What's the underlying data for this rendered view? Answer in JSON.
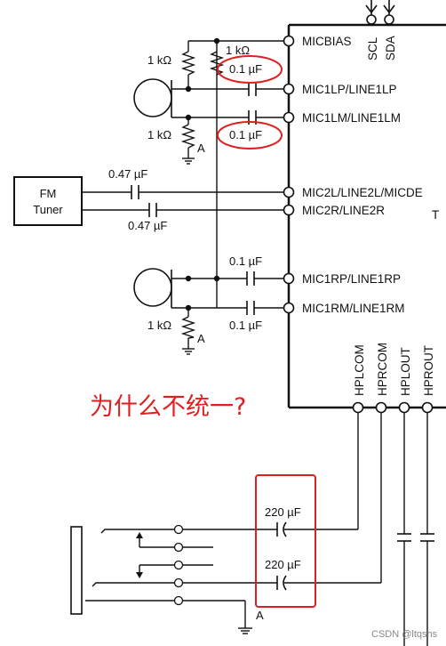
{
  "ic": {
    "pins_right": [
      {
        "name": "pin-micbias",
        "label": "MICBIAS"
      },
      {
        "name": "pin-mic1lp",
        "label": "MIC1LP/LINE1LP"
      },
      {
        "name": "pin-mic1lm",
        "label": "MIC1LM/LINE1LM"
      },
      {
        "name": "pin-mic2l",
        "label": "MIC2L/LINE2L/MICDE"
      },
      {
        "name": "pin-mic2r",
        "label": "MIC2R/LINE2R"
      },
      {
        "name": "pin-mic1rp",
        "label": "MIC1RP/LINE1RP"
      },
      {
        "name": "pin-mic1rm",
        "label": "MIC1RM/LINE1RM"
      }
    ],
    "pins_top": [
      "SCL",
      "SDA"
    ],
    "pins_bottom": [
      "HPLCOM",
      "HPRCOM",
      "HPLOUT",
      "HPROUT"
    ],
    "clipped_letter": "T"
  },
  "components": {
    "r_top_left": "1 kΩ",
    "r_top_right": "1 kΩ",
    "c_mic1lp": "0.1 µF",
    "r_left_bias": "1 kΩ",
    "c_mic1lm": "0.1 µF",
    "ground_label_1": "A",
    "fm_tuner_line1": "FM",
    "fm_tuner_line2": "Tuner",
    "c_mic2l": "0.47 µF",
    "c_mic2r": "0.47 µF",
    "c_mic1rp": "0.1 µF",
    "r_right_bias": "1 kΩ",
    "c_mic1rm": "0.1 µF",
    "ground_label_2": "A",
    "c_hp_left": "220 µF",
    "c_hp_right": "220 µF",
    "ground_label_3": "A"
  },
  "annotation": {
    "question": "为什么不统一?",
    "color": "#e02020"
  },
  "watermark": "CSDN @ltqshs"
}
